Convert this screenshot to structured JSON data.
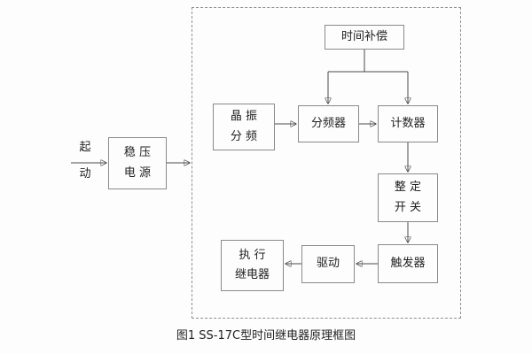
{
  "diagram": {
    "caption": "图1 SS-17C型时间继电器原理框图",
    "start_label": "起\n动",
    "blocks": {
      "power": "稳 压\n电 源",
      "time_comp": "时间补偿",
      "crystal": "晶 振\n分 频",
      "divider": "分频器",
      "counter": "计数器",
      "setting": "整 定\n开 关",
      "trigger": "触发器",
      "drive": "驱动",
      "relay": "执 行\n继电器"
    },
    "colors": {
      "line": "#4a4a4a",
      "box_border": "#8a8a8a",
      "background": "#fdfdfd",
      "text": "#1f1f1f"
    }
  }
}
